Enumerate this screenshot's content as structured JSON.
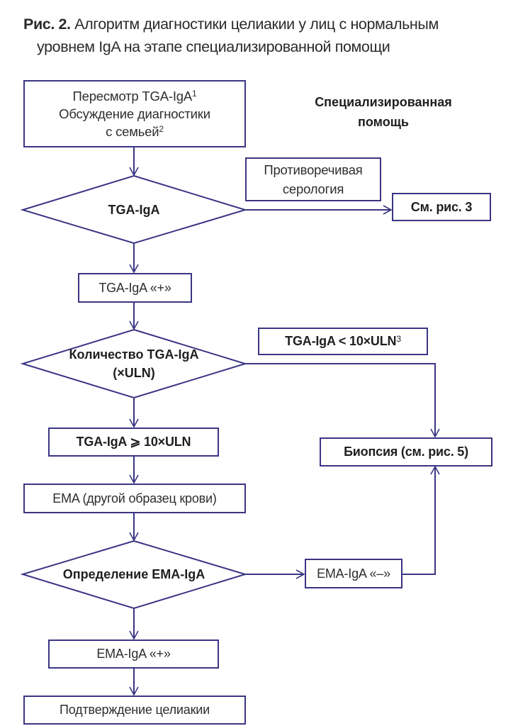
{
  "caption": {
    "prefix": "Рис. 2.",
    "line1": " Алгоритм диагностики целиакии у лиц с нормальным",
    "line2": "уровнем IgA на этапе специализированной помощи"
  },
  "section_label": {
    "line1": "Специализированная",
    "line2": "помощь"
  },
  "nodes": {
    "review": {
      "line1": "Пересмотр TGA-IgA",
      "sup1": "1",
      "line2": "Обсуждение диагностики",
      "line3": "с семьей",
      "sup3": "2"
    },
    "contradictory": {
      "line1": "Противоречивая",
      "line2": "серология"
    },
    "decision_tga": {
      "text": "TGA-IgA"
    },
    "see_fig3": {
      "text": "См. рис. 3"
    },
    "tga_positive": {
      "text": "TGA-IgA «+»"
    },
    "decision_quantity": {
      "line1": "Количество TGA-IgA",
      "line2": "(×ULN)"
    },
    "tga_low": {
      "text": "TGA-IgA < 10×ULN",
      "sup": "3"
    },
    "tga_high": {
      "text": "TGA-IgA ⩾ 10×ULN"
    },
    "biopsy": {
      "text": "Биопсия (см. рис. 5)"
    },
    "ema_blood": {
      "text": "EMA (другой образец крови)"
    },
    "decision_ema": {
      "text": "Определение EMA-IgA"
    },
    "ema_negative": {
      "text": "EMA-IgA «–»"
    },
    "ema_positive": {
      "text": "EMA-IgA «+»"
    },
    "confirm": {
      "text": "Подтверждение целиакии"
    }
  },
  "colors": {
    "stroke": "#3b3584",
    "text": "#2a2a2a"
  }
}
